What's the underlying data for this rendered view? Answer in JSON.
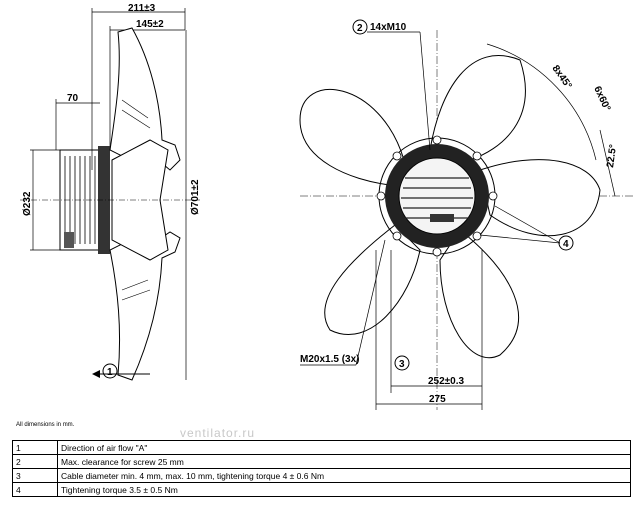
{
  "dimensions": {
    "overall_depth": "211±3",
    "blade_depth": "145±2",
    "motor_offset": "70",
    "motor_diameter": "Ø232",
    "impeller_diameter": "Ø701±2",
    "thread_holes": "14xM10",
    "hole_pattern_a": "8x45°",
    "hole_pattern_b": "6x60°",
    "angle": "22.5°",
    "cable_gland": "M20x1.5 (3x)",
    "bolt_distance": "252±0.3",
    "flange_width": "275"
  },
  "callouts": [
    "1",
    "2",
    "3",
    "4"
  ],
  "note": "All dimensions in mm.",
  "watermark": "ventilator.ru",
  "legend": [
    {
      "num": "1",
      "text": "Direction of air flow \"A\""
    },
    {
      "num": "2",
      "text": "Max. clearance for screw 25 mm"
    },
    {
      "num": "3",
      "text": "Cable diameter min. 4 mm, max. 10 mm, tightening torque 4 ± 0.6 Nm"
    },
    {
      "num": "4",
      "text": "Tightening torque 3.5 ± 0.5 Nm"
    }
  ]
}
